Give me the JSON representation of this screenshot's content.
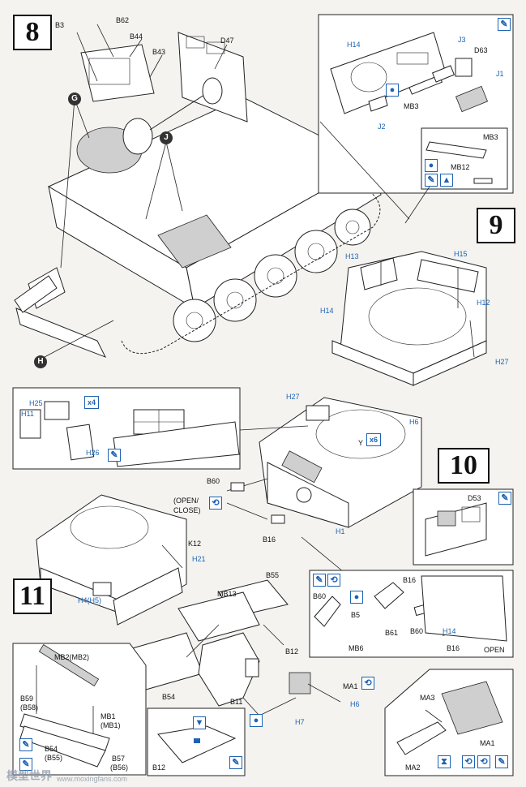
{
  "steps": {
    "s8": "8",
    "s9": "9",
    "s10": "10",
    "s11": "11"
  },
  "step8": {
    "labels": [
      "B3",
      "B62",
      "B44",
      "B43",
      "D47"
    ],
    "part_markers": [
      "G",
      "J",
      "H"
    ]
  },
  "step9": {
    "labels": [
      "H14",
      "J3",
      "D63",
      "J1",
      "MB3",
      "J2",
      "MB3",
      "MB12",
      "H13",
      "H15",
      "H12",
      "H14",
      "H27"
    ]
  },
  "step10": {
    "labels": [
      "H25",
      "H11",
      "H26",
      "H27",
      "H6",
      "Y",
      "B60",
      "(OPEN/",
      "CLOSE)",
      "B16",
      "H1",
      "D53"
    ],
    "qty_x4": "x4",
    "qty_x6": "x6"
  },
  "step11": {
    "labels": [
      "K12",
      "H21",
      "B55",
      "MB13",
      "H4(H5)",
      "B16",
      "B60",
      "B5",
      "B61",
      "B60",
      "H14",
      "MB6",
      "B16",
      "OPEN",
      "MB2(MB2)",
      "B59",
      "(B58)",
      "MB1",
      "(MB1)",
      "B54",
      "(B55)",
      "B57",
      "(B56)",
      "B54",
      "B12",
      "B11",
      "MA1",
      "H6",
      "H7",
      "B12",
      "MA3",
      "MA1",
      "MA2"
    ]
  },
  "watermark": {
    "main": "模型世界",
    "url": "www.moxingfans.com"
  },
  "colors": {
    "callout_blue": "#1d63b3",
    "line": "#222222",
    "paper": "#f4f3f0"
  }
}
